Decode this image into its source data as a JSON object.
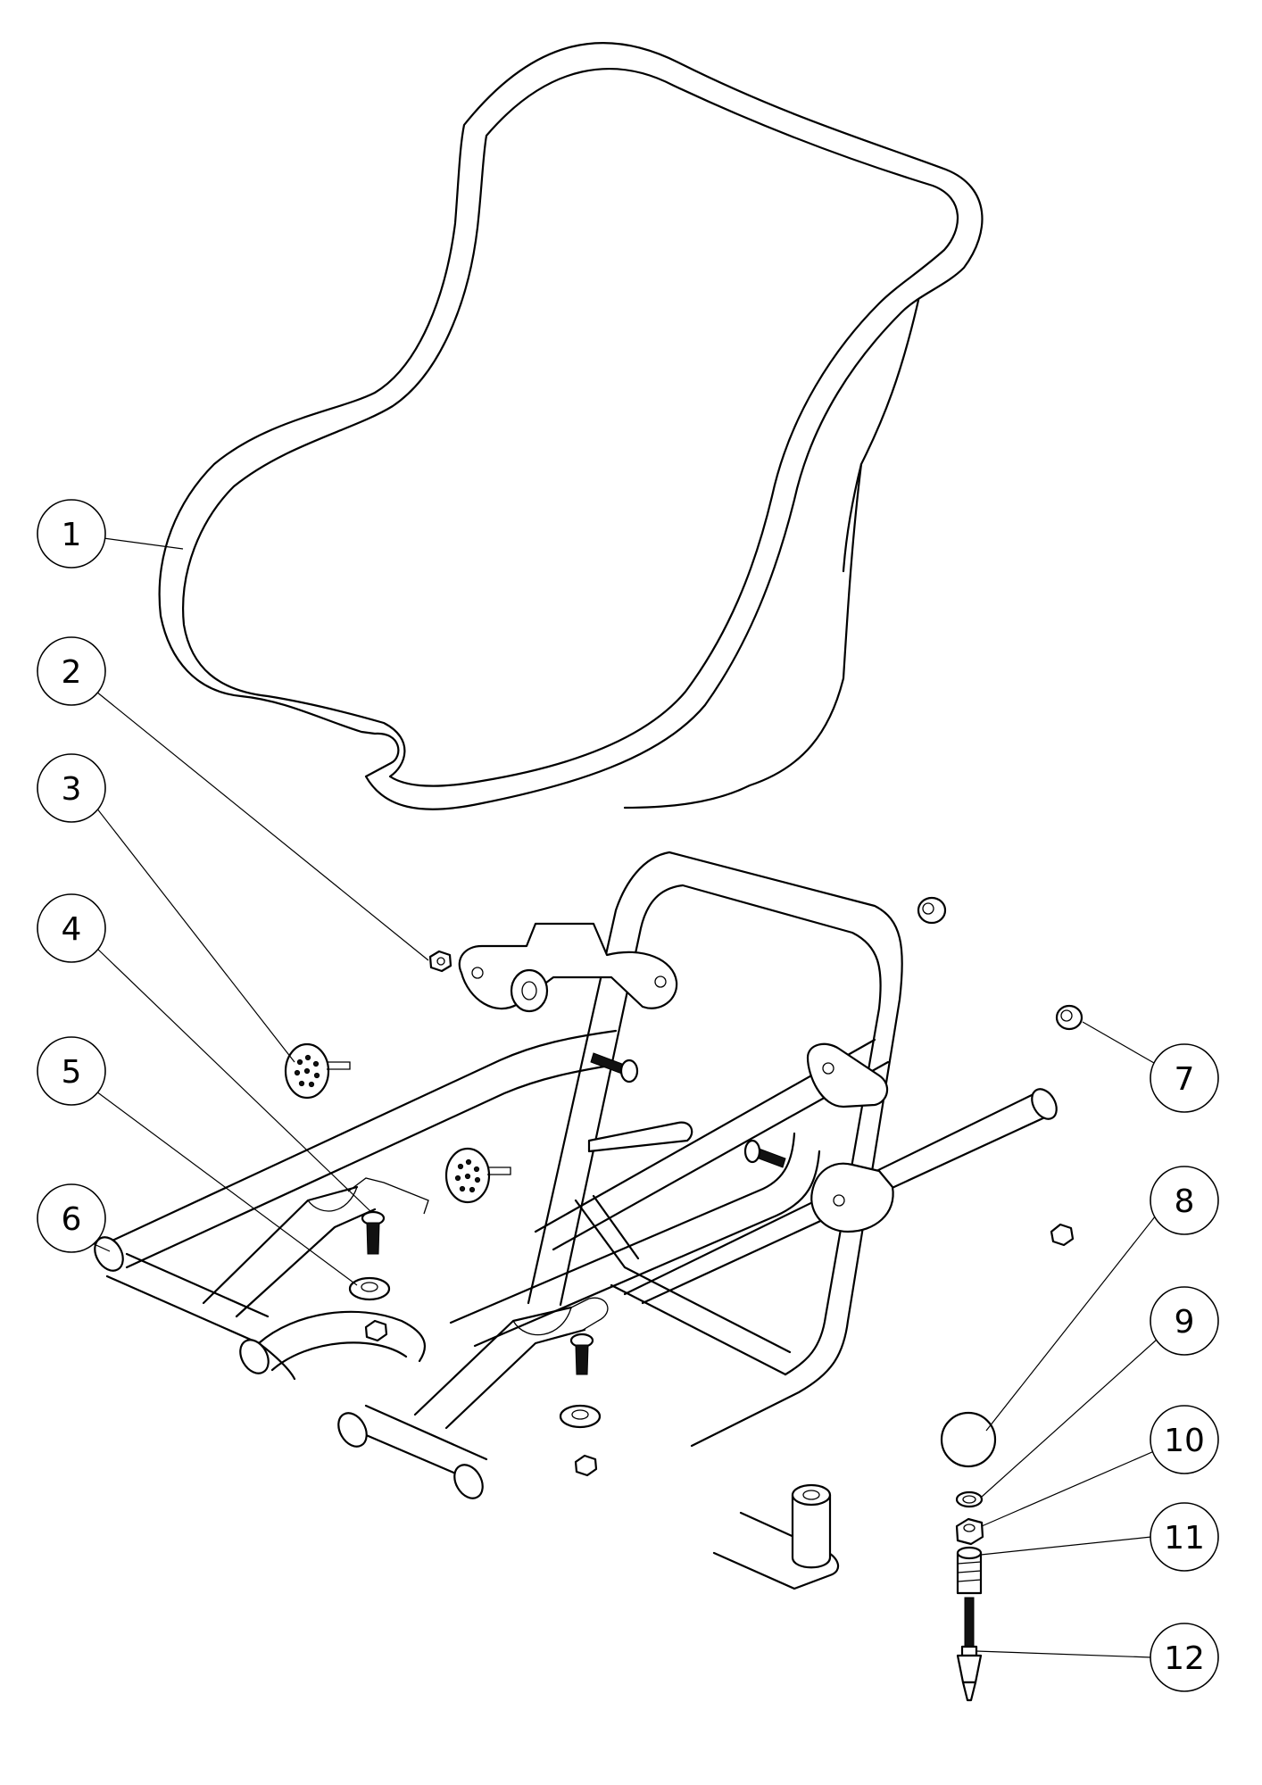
{
  "diagram": {
    "kind": "exploded-parts-view",
    "colors": {
      "line": "#000000",
      "background": "#ffffff"
    },
    "callouts": [
      {
        "id": "1",
        "label": "1",
        "part": "seat-shell"
      },
      {
        "id": "2",
        "label": "2",
        "part": "small-nut"
      },
      {
        "id": "3",
        "label": "3",
        "part": "perforated-disc"
      },
      {
        "id": "4",
        "label": "4",
        "part": "countersunk-screw"
      },
      {
        "id": "5",
        "label": "5",
        "part": "cup-washer"
      },
      {
        "id": "6",
        "label": "6",
        "part": "tube-frame"
      },
      {
        "id": "7",
        "label": "7",
        "part": "flange-bushing"
      },
      {
        "id": "8",
        "label": "8",
        "part": "ball"
      },
      {
        "id": "9",
        "label": "9",
        "part": "washer"
      },
      {
        "id": "10",
        "label": "10",
        "part": "hex-nut"
      },
      {
        "id": "11",
        "label": "11",
        "part": "threaded-insert"
      },
      {
        "id": "12",
        "label": "12",
        "part": "tip-spindle"
      }
    ]
  }
}
